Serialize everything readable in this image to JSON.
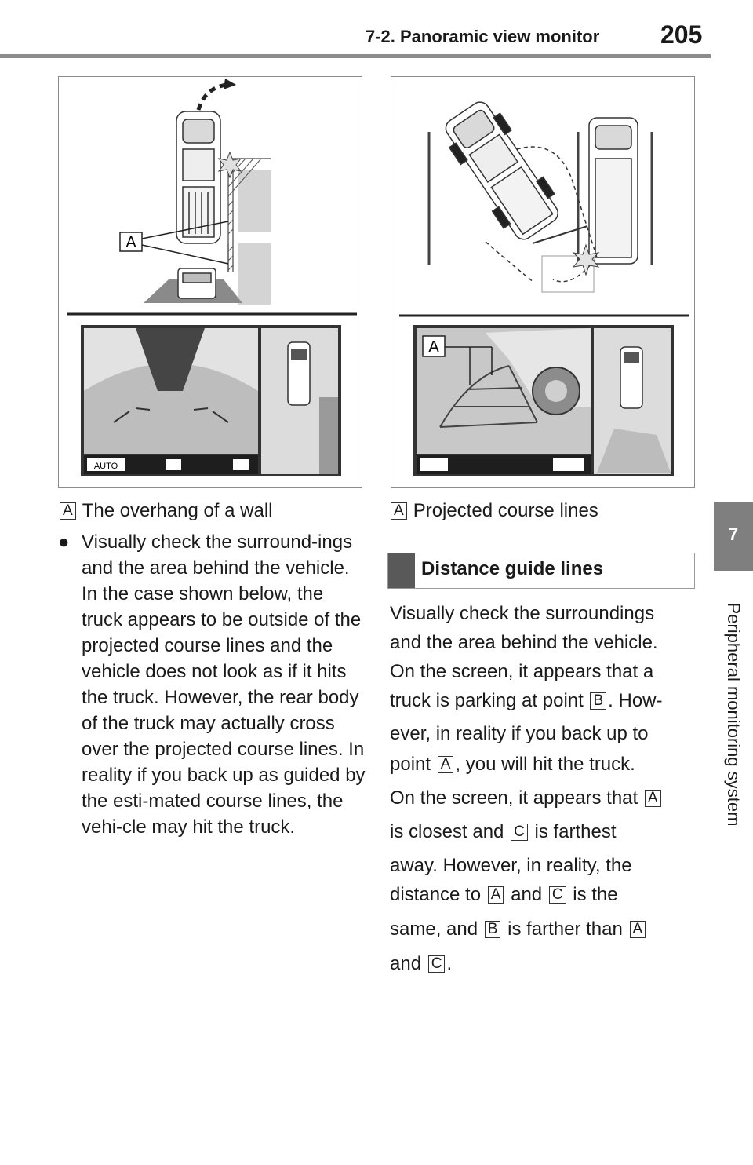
{
  "header": {
    "section_title": "7-2. Panoramic view monitor",
    "page_number": "205"
  },
  "side_tab": {
    "chapter_number": "7",
    "chapter_label": "Peripheral monitoring system"
  },
  "figure_left": {
    "callout_label": "A",
    "screen_label": "AUTO",
    "caption_tag": "A",
    "caption_text": "The overhang of a wall"
  },
  "figure_right": {
    "callout_label": "A",
    "caption_tag": "A",
    "caption_text": "Projected course lines"
  },
  "bullet": {
    "mark": "●",
    "text": "Visually check the surround-ings and the area behind the vehicle. In the case shown below, the truck appears to be outside of the projected course lines and the vehicle does not look as if it hits the truck. However, the rear body of the truck may actually cross over the projected course lines. In reality if you back up as guided by the esti-mated course lines, the vehi-cle may hit the truck."
  },
  "section": {
    "title": "Distance guide lines"
  },
  "paragraphs": {
    "p1_line1": "Visually check the surroundings",
    "p1_line2": "and the area behind the vehicle.",
    "p1_line3": "On the screen, it appears that a",
    "p1_line4a": "truck is parking at point",
    "p1_line4_tag": "B",
    "p1_line4b": ". How-",
    "p1_line5": "ever, in reality if you back up to",
    "p1_line6a": "point",
    "p1_line6_tag": "A",
    "p1_line6b": ", you will hit the truck.",
    "p2_line1a": "On the screen, it appears that",
    "p2_line1_tag": "A",
    "p2_line2a": "is closest and",
    "p2_line2_tag": "C",
    "p2_line2b": "is farthest",
    "p2_line3": "away. However, in reality, the",
    "p2_line4a": "distance to",
    "p2_line4_tag1": "A",
    "p2_line4b": "and",
    "p2_line4_tag2": "C",
    "p2_line4c": "is the",
    "p2_line5a": "same, and",
    "p2_line5_tag1": "B",
    "p2_line5b": "is farther than",
    "p2_line5_tag2": "A",
    "p2_line6a": "and",
    "p2_line6_tag": "C",
    "p2_line6b": "."
  },
  "colors": {
    "header_rule": "#8c8c8c",
    "side_tab": "#7f7f7f",
    "section_bar": "#595959"
  }
}
